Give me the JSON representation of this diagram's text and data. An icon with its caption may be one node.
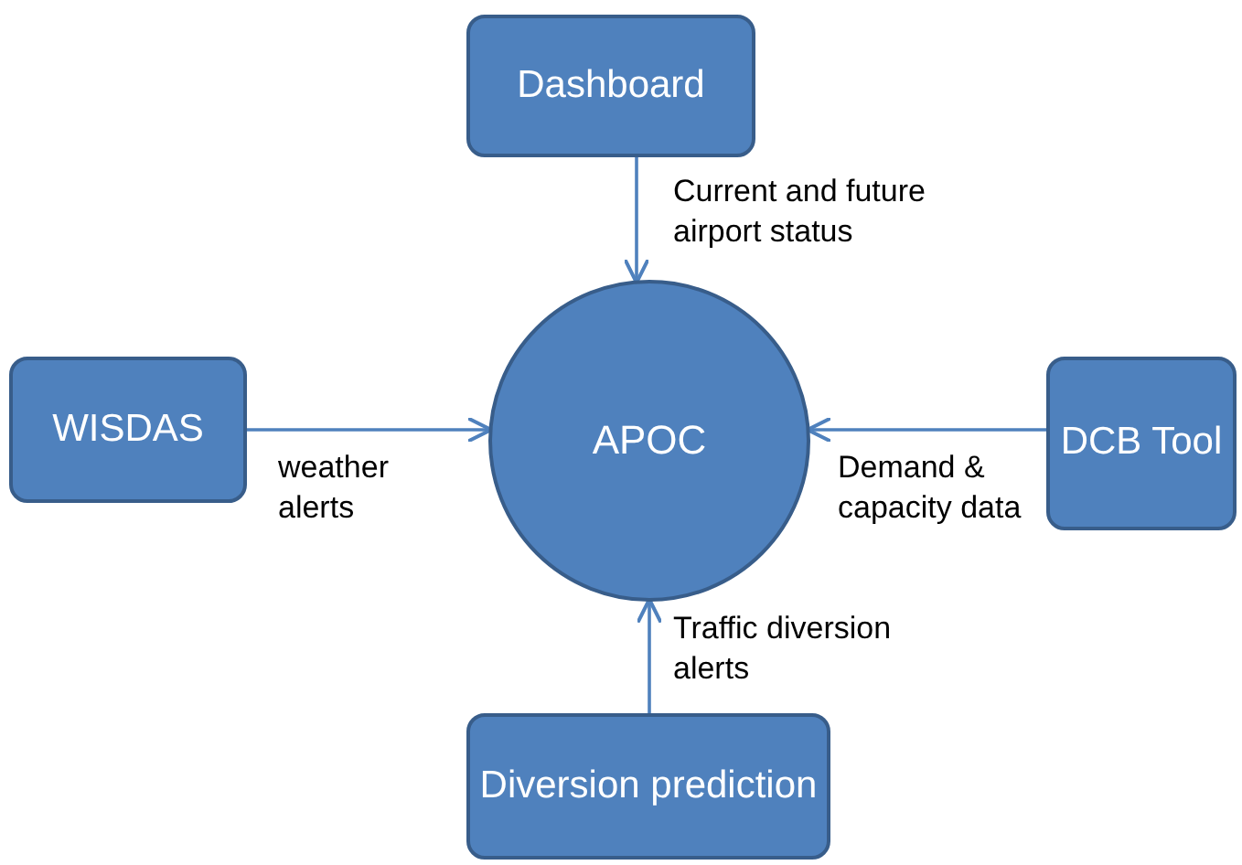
{
  "diagram": {
    "nodes": [
      {
        "text": [
          "Dashboard"
        ]
      },
      {
        "text": [
          "WISDAS"
        ]
      },
      {
        "text": [
          "APOC"
        ]
      },
      {
        "text": [
          "DCB Tool"
        ]
      },
      {
        "text": [
          "Diversion prediction"
        ]
      }
    ],
    "edges": [
      {
        "from": 0,
        "to": 2,
        "arrow": "to",
        "label": "Current and future airport status"
      },
      {
        "from": 1,
        "to": 2,
        "arrow": "to",
        "label": "weather alerts"
      },
      {
        "from": 3,
        "to": 2,
        "arrow": "to",
        "label": "Demand & capacity data"
      },
      {
        "from": 4,
        "to": 2,
        "arrow": "to",
        "label": "Traffic diversion alerts"
      }
    ]
  }
}
